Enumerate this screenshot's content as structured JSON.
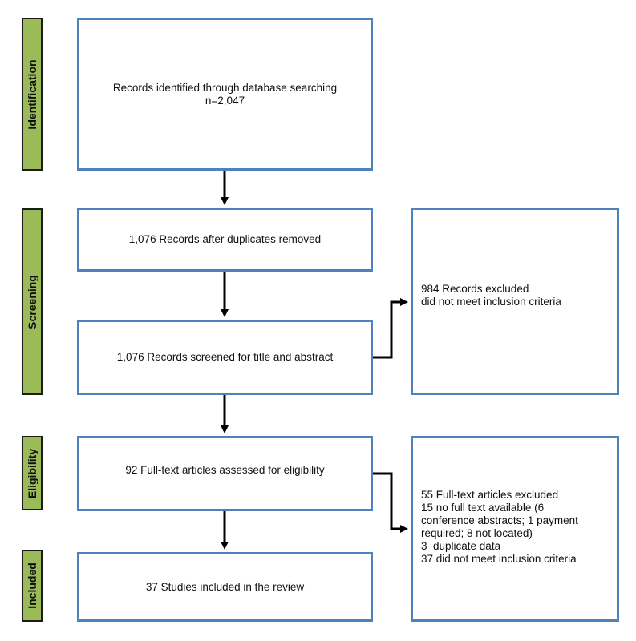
{
  "phases": {
    "identification": "Identification",
    "screening": "Screening",
    "eligibility": "Eligibility",
    "included": "Included"
  },
  "boxes": {
    "identified": {
      "line1": "Records identified through database searching",
      "line2": "n=2,047"
    },
    "after_duplicates": "1,076 Records after duplicates removed",
    "screened": "1,076 Records screened for title and abstract",
    "excluded_screening": {
      "line1": "984 Records excluded",
      "line2": "did not meet inclusion criteria"
    },
    "full_text": "92 Full-text articles assessed for eligibility",
    "excluded_full_text": {
      "lines": [
        "55 Full-text articles excluded",
        "15 no full text available (6",
        "conference abstracts; 1 payment",
        "required; 8 not located)",
        "3  duplicate data",
        "37 did not meet inclusion criteria"
      ]
    },
    "included": "37 Studies included in the review"
  },
  "colors": {
    "box_border": "#4f81bd",
    "phase_fill": "#9bbb59",
    "arrow": "#000000"
  }
}
